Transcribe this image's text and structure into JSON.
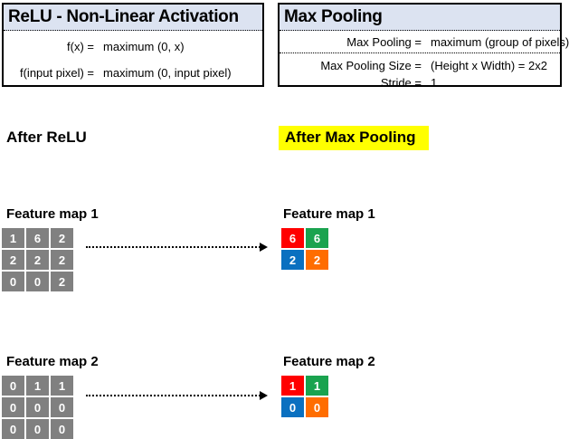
{
  "relu_box": {
    "title": "ReLU - Non-Linear Activation",
    "rows": [
      {
        "lhs": "f(x) =",
        "rhs": "maximum (0, x)"
      },
      {
        "lhs": "f(input pixel) =",
        "rhs": "maximum (0, input pixel)"
      }
    ]
  },
  "maxpool_box": {
    "title": "Max Pooling",
    "rows": [
      {
        "lhs": "Max Pooling  =",
        "rhs": "maximum (group of pixels)"
      },
      {
        "lhs": "Max Pooling Size =",
        "rhs": "(Height x Width) = 2x2"
      },
      {
        "lhs": "Stride =",
        "rhs": "1"
      }
    ]
  },
  "headings": {
    "after_relu": "After ReLU",
    "after_max_pooling": "After Max Pooling"
  },
  "feature_maps": {
    "left1": {
      "label": "Feature map 1",
      "grid": [
        [
          "1",
          "6",
          "2"
        ],
        [
          "2",
          "2",
          "2"
        ],
        [
          "0",
          "0",
          "2"
        ]
      ]
    },
    "right1": {
      "label": "Feature map 1",
      "grid": [
        [
          "6",
          "6"
        ],
        [
          "2",
          "2"
        ]
      ]
    },
    "left2": {
      "label": "Feature map 2",
      "grid": [
        [
          "0",
          "1",
          "1"
        ],
        [
          "0",
          "0",
          "0"
        ],
        [
          "0",
          "0",
          "0"
        ]
      ]
    },
    "right2": {
      "label": "Feature map 2",
      "grid": [
        [
          "1",
          "1"
        ],
        [
          "0",
          "0"
        ]
      ]
    }
  },
  "colors": {
    "header_bg": "#dce3f1",
    "gray_cell": "#808080",
    "highlight": "#ffff00",
    "pool_cell_colors": [
      [
        "#ff0000",
        "#1aa34f"
      ],
      [
        "#0a70c0",
        "#ff6d00"
      ]
    ]
  }
}
